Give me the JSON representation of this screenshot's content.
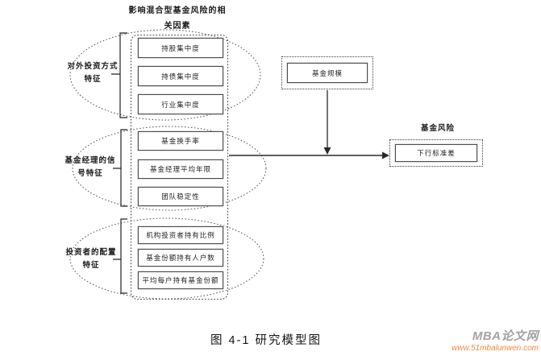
{
  "figure": {
    "title_line1": "影响混合型基金风险的相",
    "title_line2": "关因素",
    "caption": "图 4-1 研究模型图"
  },
  "groups": [
    {
      "label_line1": "对外投资方式",
      "label_line2": "特征",
      "items": [
        "持股集中度",
        "持债集中度",
        "行业集中度"
      ]
    },
    {
      "label_line1": "基金经理的信",
      "label_line2": "号特征",
      "items": [
        "基金换手率",
        "基金经理平均年限",
        "团队稳定性"
      ]
    },
    {
      "label_line1": "投资者的配置",
      "label_line2": "特征",
      "items": [
        "机构投资者持有比例",
        "基金份额持有人户数",
        "平均每户持有基金份额"
      ]
    }
  ],
  "moderator": {
    "label": "基金规模"
  },
  "outcome": {
    "heading": "基金风险",
    "label": "下行标准差"
  },
  "watermark": {
    "name": "MBA论文网",
    "url": "www.51mbalunwen.com"
  },
  "colors": {
    "diagram_line": "#2f2f2f",
    "dotted_shape": "#555555",
    "box_border": "#4d4d4d",
    "watermark_name": "#a3a3a3",
    "watermark_url": "#ef8a45"
  }
}
